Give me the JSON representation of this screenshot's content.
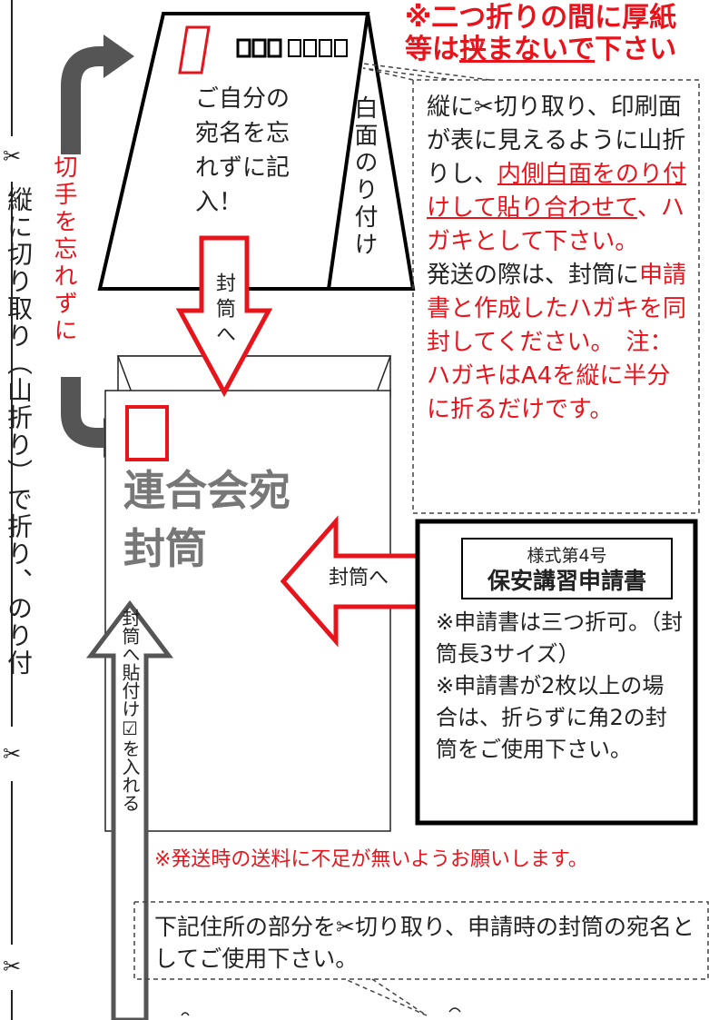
{
  "colors": {
    "accent_red": "#e8141c",
    "dark_gray": "#555555",
    "border": "#222222",
    "muted_gray": "#777777"
  },
  "icons": {
    "scissors": "scissors-icon",
    "checkbox": "checkbox-icon"
  },
  "top_warning": {
    "line1": "※二つ折りの間に厚紙",
    "line2_a": "等は",
    "line2_u": "挟まないで",
    "line2_b": "下さい"
  },
  "postcard": {
    "front_note": "ご自分の宛名を忘れずに記入！",
    "side_note": "白面のり付け"
  },
  "left_cut_label": {
    "scissors_top": "✂",
    "text": "縦に切り取り（山折り）で折り、のり付",
    "scissors_mid": "✂",
    "scissors_bottom": "✂"
  },
  "stamp_reminder": "切手を忘れずに",
  "arrow_to_envelope_top": "封筒へ",
  "instruction_box": {
    "p1_a": "縦に",
    "p1_scissor": "✂",
    "p1_b": "切り取り、印刷面が表に見えるように山折りし、",
    "p1_u": "内側白面をのり付けして貼り合わせて",
    "p1_c": "、ハガキとして下さい。",
    "p2_a": "発送の際は、封筒に",
    "p2_red": "申請書と作成したハガキを同封してください。　注：ハガキはA4を縦に半分に折るだけです。"
  },
  "envelope": {
    "label": "連合会宛封筒"
  },
  "arrow_to_envelope_mid": "封筒へ",
  "application_box": {
    "form_no": "様式第4号",
    "form_name": "保安講習申請書",
    "note1": "※申請書は三つ折可。（封筒長3サイズ）",
    "note2": "※申請書が2枚以上の場合は、折らずに角2の封筒をご使用下さい。"
  },
  "up_arrow_label": "封筒へ貼付け☑を入れる",
  "postage_note": "※発送時の送料に不足が無いようお願いします。",
  "bottom_callout": {
    "a": "下記住所の部分を",
    "scissor": "✂",
    "b": "切り取り、申請時の封筒の宛名としてご使用下さい。"
  }
}
